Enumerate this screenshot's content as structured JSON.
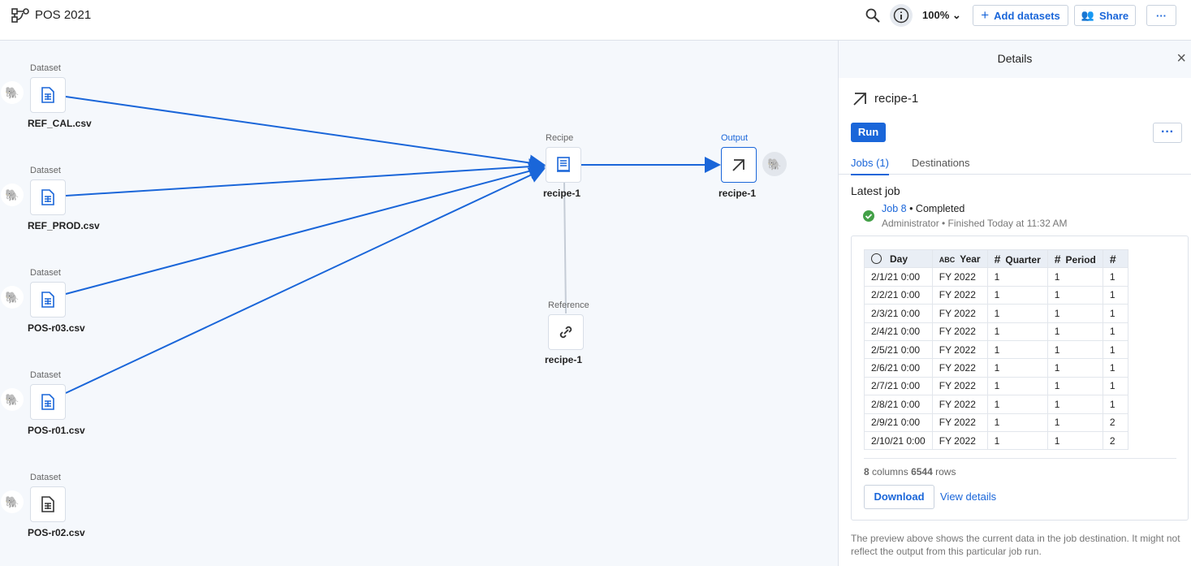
{
  "header": {
    "title": "POS 2021",
    "zoom": "100%",
    "add_datasets": "Add datasets",
    "share": "Share",
    "more": "···"
  },
  "flow": {
    "datasets": [
      {
        "type": "Dataset",
        "name": "REF_CAL.csv"
      },
      {
        "type": "Dataset",
        "name": "REF_PROD.csv"
      },
      {
        "type": "Dataset",
        "name": "POS-r03.csv"
      },
      {
        "type": "Dataset",
        "name": "POS-r01.csv"
      },
      {
        "type": "Dataset",
        "name": "POS-r02.csv"
      }
    ],
    "recipe": {
      "type": "Recipe",
      "name": "recipe-1"
    },
    "output": {
      "type": "Output",
      "name": "recipe-1"
    },
    "reference": {
      "type": "Reference",
      "name": "recipe-1"
    }
  },
  "details": {
    "title": "Details",
    "name": "recipe-1",
    "run": "Run",
    "more": "···",
    "tabs": [
      "Jobs (1)",
      "Destinations"
    ],
    "latest_job": "Latest job",
    "job_link": "Job 8",
    "job_status": "Completed",
    "job_meta": "Administrator • Finished Today at 11:32 AM",
    "columns": [
      {
        "icon": "clock",
        "type": "",
        "name": "Day"
      },
      {
        "icon": "",
        "type": "ABC",
        "name": "Year"
      },
      {
        "icon": "",
        "type": "#",
        "name": "Quarter"
      },
      {
        "icon": "",
        "type": "#",
        "name": "Period"
      },
      {
        "icon": "",
        "type": "#",
        "name": ""
      }
    ],
    "rows": [
      [
        "2/1/21 0:00",
        "FY 2022",
        "1",
        "1",
        "1"
      ],
      [
        "2/2/21 0:00",
        "FY 2022",
        "1",
        "1",
        "1"
      ],
      [
        "2/3/21 0:00",
        "FY 2022",
        "1",
        "1",
        "1"
      ],
      [
        "2/4/21 0:00",
        "FY 2022",
        "1",
        "1",
        "1"
      ],
      [
        "2/5/21 0:00",
        "FY 2022",
        "1",
        "1",
        "1"
      ],
      [
        "2/6/21 0:00",
        "FY 2022",
        "1",
        "1",
        "1"
      ],
      [
        "2/7/21 0:00",
        "FY 2022",
        "1",
        "1",
        "1"
      ],
      [
        "2/8/21 0:00",
        "FY 2022",
        "1",
        "1",
        "1"
      ],
      [
        "2/9/21 0:00",
        "FY 2022",
        "1",
        "1",
        "2"
      ],
      [
        "2/10/21 0:00",
        "FY 2022",
        "1",
        "1",
        "2"
      ]
    ],
    "col_count": "8",
    "col_label": "columns",
    "row_count": "6544",
    "row_label": "rows",
    "download": "Download",
    "view_details": "View details",
    "note": "The preview above shows the current data in the job destination. It might not reflect the output from this particular job run."
  },
  "colors": {
    "accent": "#1a66d9",
    "success": "#43a047"
  }
}
